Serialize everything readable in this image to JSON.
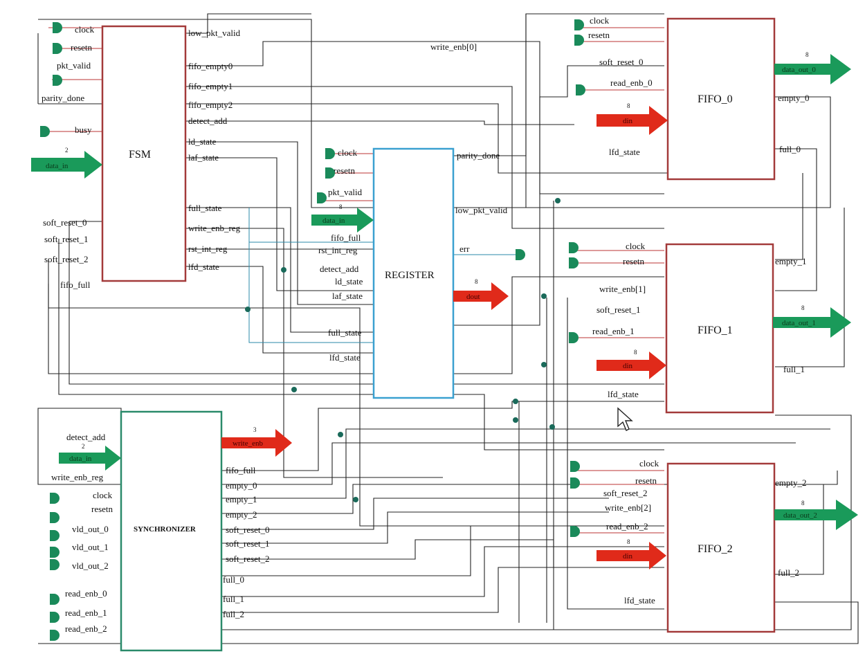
{
  "blocks": {
    "fsm": "FSM",
    "register": "REGISTER",
    "synchronizer": "SYNCHRONIZER",
    "fifo0": "FIFO_0",
    "fifo1": "FIFO_1",
    "fifo2": "FIFO_2"
  },
  "fsm": {
    "inputs": [
      "clock",
      "resetn",
      "pkt_valid",
      "parity_done",
      "busy",
      "soft_reset_0",
      "soft_reset_1",
      "soft_reset_2",
      "fifo_full"
    ],
    "outputs": [
      "low_pkt_valid",
      "fifo_empty0",
      "fifo_empty1",
      "fifo_empty2",
      "detect_add",
      "ld_state",
      "laf_state",
      "full_state",
      "write_enb_reg",
      "rst_int_reg",
      "lfd_state"
    ],
    "bus_in": "data_in",
    "bus_width": "2"
  },
  "register": {
    "inputs": [
      "clock",
      "resetn",
      "pkt_valid",
      "fifo_full",
      "rst_int_reg",
      "detect_add",
      "ld_state",
      "laf_state",
      "full_state",
      "lfd_state"
    ],
    "outputs": [
      "parity_done",
      "low_pkt_valid",
      "err"
    ],
    "bus_in": "data_in",
    "bus_in_width": "8",
    "bus_out": "dout",
    "bus_out_width": "8"
  },
  "synchronizer": {
    "inputs": [
      "detect_add",
      "write_enb_reg",
      "clock",
      "resetn",
      "vld_out_0",
      "vld_out_1",
      "vld_out_2",
      "read_enb_0",
      "read_enb_1",
      "read_enb_2"
    ],
    "outputs": [
      "fifo_full",
      "empty_0",
      "empty_1",
      "empty_2",
      "soft_reset_0",
      "soft_reset_1",
      "soft_reset_2",
      "full_0",
      "full_1",
      "full_2"
    ],
    "bus_in": "data_in",
    "bus_in_width": "2",
    "bus_out": "write_enb",
    "bus_out_width": "3"
  },
  "fifo0": {
    "inputs": [
      "clock",
      "resetn",
      "write_enb[0]",
      "soft_reset_0",
      "read_enb_0",
      "lfd_state"
    ],
    "outputs": [
      "empty_0",
      "full_0"
    ],
    "bus_in": "din",
    "bus_in_width": "8",
    "bus_out": "data_out_0",
    "bus_out_width": "8"
  },
  "fifo1": {
    "inputs": [
      "clock",
      "resetn",
      "write_enb[1]",
      "soft_reset_1",
      "read_enb_1",
      "lfd_state"
    ],
    "outputs": [
      "empty_1",
      "full_1"
    ],
    "bus_in": "din",
    "bus_in_width": "8",
    "bus_out": "data_out_1",
    "bus_out_width": "8"
  },
  "fifo2": {
    "inputs": [
      "clock",
      "resetn",
      "soft_reset_2",
      "write_enb[2]",
      "read_enb_2",
      "lfd_state"
    ],
    "outputs": [
      "empty_2",
      "full_2"
    ],
    "bus_in": "din",
    "bus_in_width": "8",
    "bus_out": "data_out_2",
    "bus_out_width": "8"
  },
  "colors": {
    "fsm_border": "#a33a3a",
    "register_border": "#3aa0d0",
    "synchronizer_border": "#2a8a6a",
    "fifo_border": "#a33a3a",
    "input_bus": "#1a9a5a",
    "output_bus": "#e02a1a",
    "port": "#1a8a5a"
  },
  "cursor": "mouse-pointer-icon"
}
